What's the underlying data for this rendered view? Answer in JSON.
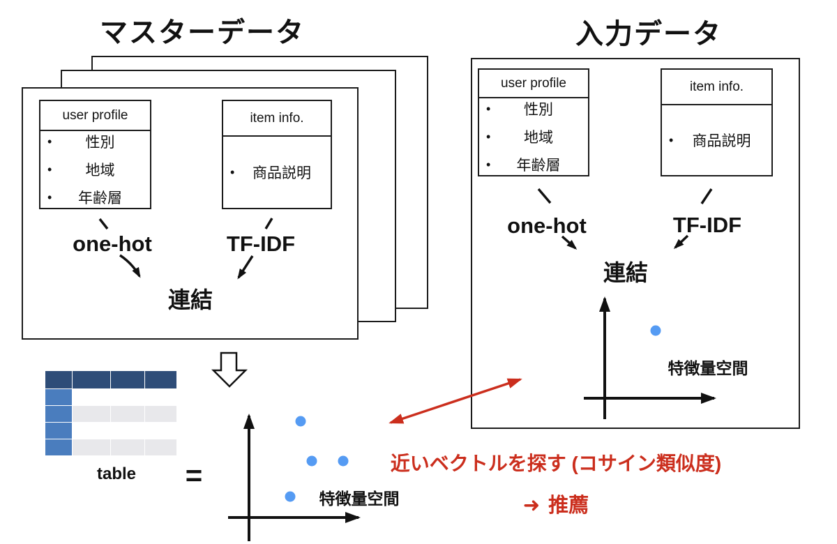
{
  "diagram": {
    "master": {
      "title": "マスターデータ",
      "user_profile": {
        "header": "user profile",
        "items": [
          "性別",
          "地域",
          "年齢層"
        ]
      },
      "item_info": {
        "header": "item info.",
        "items": [
          "商品説明"
        ]
      },
      "one_hot_label": "one-hot",
      "tf_idf_label": "TF-IDF",
      "concat_label": "連結",
      "feature_space_label": "特徴量空間",
      "table_label": "table",
      "equals_sign": "="
    },
    "input": {
      "title": "入力データ",
      "user_profile": {
        "header": "user profile",
        "items": [
          "性別",
          "地域",
          "年齢層"
        ]
      },
      "item_info": {
        "header": "item info.",
        "items": [
          "商品説明"
        ]
      },
      "one_hot_label": "one-hot",
      "tf_idf_label": "TF-IDF",
      "concat_label": "連結",
      "feature_space_label": "特徴量空間"
    },
    "annotation": {
      "line1": "近いベクトルを探す (コサイン類似度)",
      "line2": "推薦"
    },
    "icons": {
      "bullet": "•",
      "recommend_arrow": "➜",
      "flow_down_arrow": "⇩",
      "similarity_double_arrow": "↔"
    },
    "colors": {
      "annotation_red": "#cb2e1d",
      "scatter_dot_blue": "#559bf3",
      "table_header_navy": "#2e4d78",
      "table_column_blue": "#4a7dbe",
      "table_alt_row_gray": "#e8e8eb"
    }
  }
}
